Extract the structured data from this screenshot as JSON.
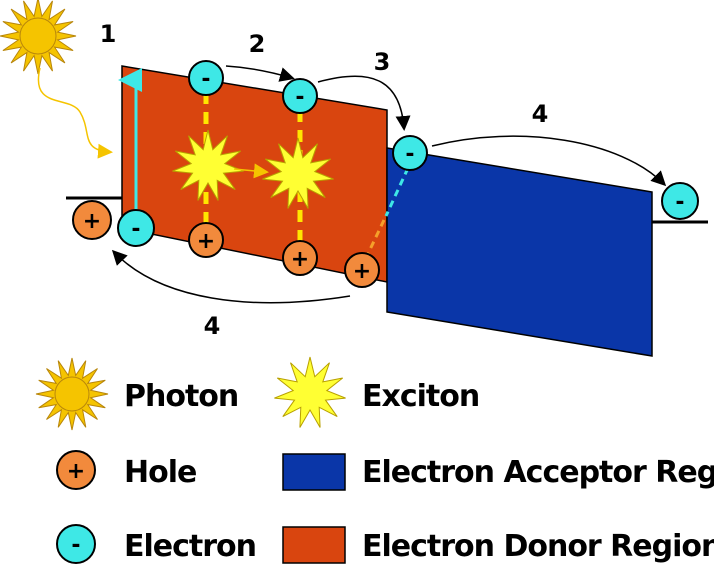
{
  "steps": {
    "s1": "1",
    "s2": "2",
    "s3": "3",
    "s4_top": "4",
    "s4_bottom": "4"
  },
  "charges": {
    "hole": "+",
    "electron": "-"
  },
  "legend": {
    "photon": "Photon",
    "exciton": "Exciton",
    "hole": "Hole",
    "acceptor": "Electron Acceptor Region",
    "electron": "Electron",
    "donor": "Electron Donor Region"
  },
  "colors": {
    "donor": "#d9450f",
    "acceptor": "#0a36a8",
    "hole": "#f28a3c",
    "electron": "#3ee8e6",
    "sun": "#f5c400",
    "exciton": "#ffff33"
  }
}
